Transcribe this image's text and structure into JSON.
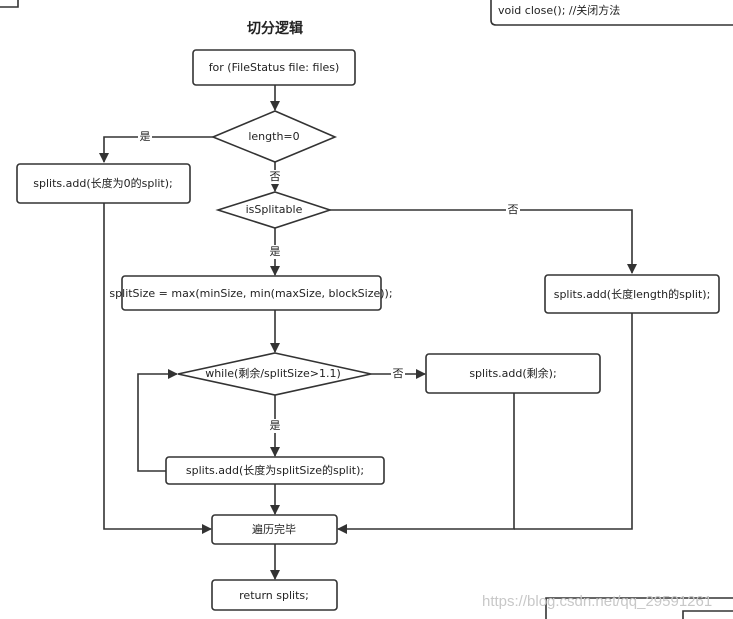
{
  "title": "切分逻辑",
  "nodes": {
    "loop": "for (FileStatus file: files)",
    "length_check": "length=0",
    "add_zero": "splits.add(长度为0的split);",
    "splitable_check": "isSplitable",
    "split_size": "splitSize = max(minSize, min(maxSize, blockSize));",
    "add_length": "splits.add(长度length的split);",
    "while_check": "while(剩余/splitSize>1.1)",
    "add_remainder": "splits.add(剩余);",
    "add_split_size": "splits.add(长度为splitSize的split);",
    "done": "遍历完毕",
    "return": "return splits;"
  },
  "edge_labels": {
    "length_yes": "是",
    "length_no": "否",
    "splitable_yes": "是",
    "splitable_no": "否",
    "while_yes": "是",
    "while_no": "否"
  },
  "side_note": {
    "line2": "void close();  //关闭方法"
  },
  "watermark": "https://blog.csdn.net/qq_29591261"
}
